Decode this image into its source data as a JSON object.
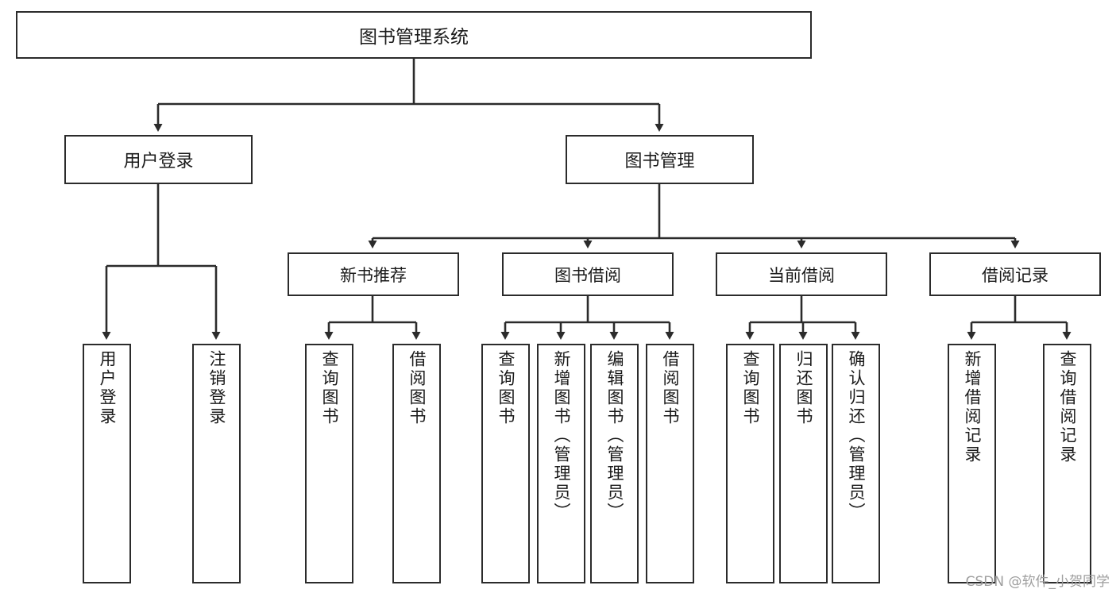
{
  "diagram": {
    "title": "图书管理系统",
    "type": "tree",
    "root": {
      "id": "root",
      "label": "图书管理系统"
    },
    "level2": [
      {
        "id": "user-login",
        "label": "用户登录"
      },
      {
        "id": "book-management",
        "label": "图书管理"
      }
    ],
    "level3": [
      {
        "id": "new-book-recommend",
        "label": "新书推荐"
      },
      {
        "id": "book-borrow",
        "label": "图书借阅"
      },
      {
        "id": "current-borrow",
        "label": "当前借阅"
      },
      {
        "id": "borrow-record",
        "label": "借阅记录"
      }
    ],
    "leaves": {
      "user_login": [
        {
          "id": "leaf-user-login",
          "label": "用户登录"
        },
        {
          "id": "leaf-user-logout",
          "label": "注销登录"
        }
      ],
      "new_book_recommend": [
        {
          "id": "leaf-query-book-1",
          "label": "查询图书"
        },
        {
          "id": "leaf-borrow-book-1",
          "label": "借阅图书"
        }
      ],
      "book_borrow": [
        {
          "id": "leaf-query-book-2",
          "label": "查询图书"
        },
        {
          "id": "leaf-add-book",
          "label": "新增图书（管理员）"
        },
        {
          "id": "leaf-edit-book",
          "label": "编辑图书（管理员）"
        },
        {
          "id": "leaf-borrow-book-2",
          "label": "借阅图书"
        }
      ],
      "current_borrow": [
        {
          "id": "leaf-query-book-3",
          "label": "查询图书"
        },
        {
          "id": "leaf-return-book",
          "label": "归还图书"
        },
        {
          "id": "leaf-confirm-return",
          "label": "确认归还（管理员）"
        }
      ],
      "borrow_record": [
        {
          "id": "leaf-add-record",
          "label": "新增借阅记录"
        },
        {
          "id": "leaf-query-record",
          "label": "查询借阅记录"
        }
      ]
    }
  },
  "watermark": {
    "text": "CSDN @软件_小贺同学"
  },
  "colors": {
    "stroke": "#2b2b2b",
    "fill": "#ffffff",
    "text": "#1a1a1a",
    "watermark": "#9e9e9e"
  }
}
